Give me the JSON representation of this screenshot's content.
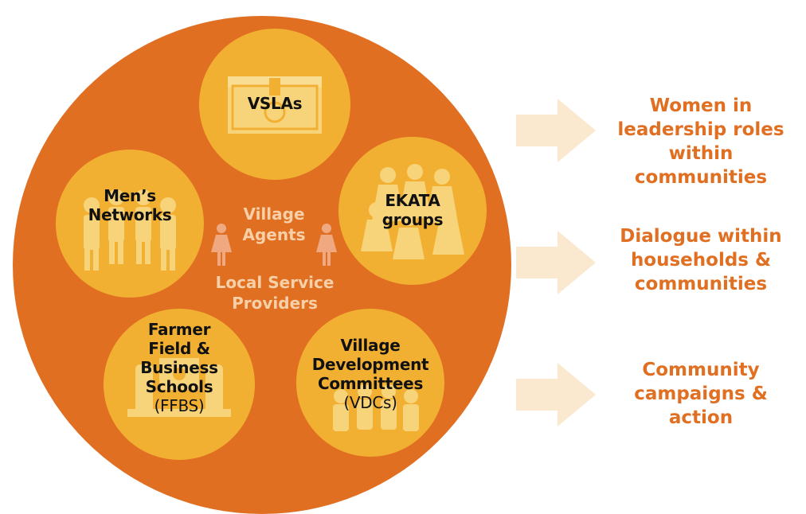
{
  "colors": {
    "outer_circle": "#e06f22",
    "group_circle": "#f2b033",
    "icon_tint": "#f7d37a",
    "center_text": "#f7d0a8",
    "person_icon": "#f0a880",
    "arrow": "#fbe9cf",
    "outcome_text": "#e06f22"
  },
  "groups": {
    "vslas": {
      "lines": [
        "VSLAs"
      ],
      "icon": "cash-box-icon"
    },
    "mens_networks": {
      "lines": [
        "Men’s",
        "Networks"
      ],
      "icon": "men-group-icon"
    },
    "ekata": {
      "lines": [
        "EKATA",
        "groups"
      ],
      "icon": "women-group-icon"
    },
    "ffbs": {
      "lines": [
        "Farmer",
        "Field &",
        "Business",
        "Schools"
      ],
      "paren": "(FFBS)",
      "icon": "farm-scene-icon"
    },
    "vdc": {
      "lines": [
        "Village",
        "Development",
        "Committees"
      ],
      "paren": "(VDCs)",
      "icon": "people-group-icon"
    }
  },
  "center": {
    "village_agents": [
      "Village",
      "Agents"
    ],
    "local_service": [
      "Local Service",
      "Providers"
    ],
    "icons": [
      "woman-agent-icon",
      "woman-agent-icon"
    ]
  },
  "outcomes": [
    {
      "lines": [
        "Women in",
        "leadership roles",
        "within communities"
      ]
    },
    {
      "lines": [
        "Dialogue within",
        "households &",
        "communities"
      ]
    },
    {
      "lines": [
        "Community",
        "campaigns &",
        "action"
      ]
    }
  ]
}
